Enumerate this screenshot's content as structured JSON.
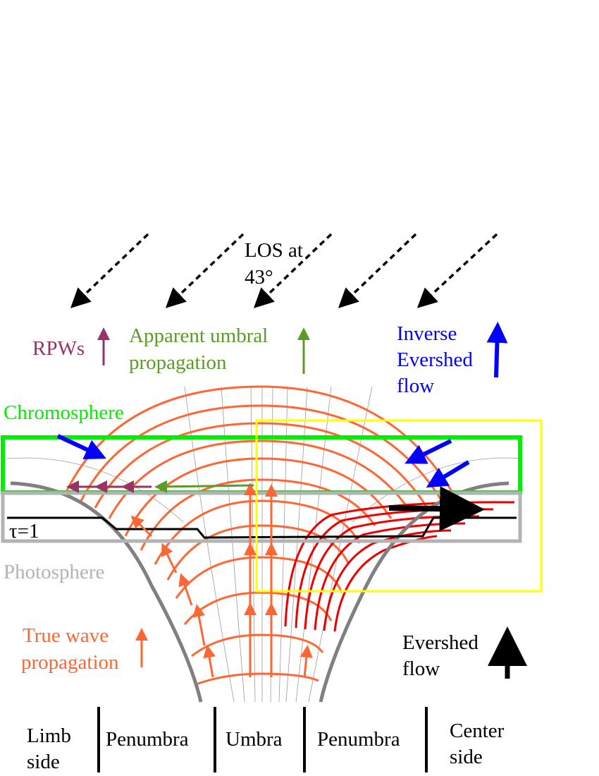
{
  "los": {
    "label_line1": "LOS at",
    "label_line2": "43°"
  },
  "labels": {
    "rpws": "RPWs",
    "apparent_line1": "Apparent umbral",
    "apparent_line2": "propagation",
    "inverse_line1": "Inverse",
    "inverse_line2": "Evershed",
    "inverse_line3": "flow",
    "chromosphere": "Chromosphere",
    "tau": "τ=1",
    "photosphere": "Photosphere",
    "true_wave_line1": "True wave",
    "true_wave_line2": "propagation",
    "evershed_line1": "Evershed",
    "evershed_line2": "flow"
  },
  "regions": {
    "limb_line1": "Limb",
    "limb_line2": "side",
    "penumbra_left": "Penumbra",
    "umbra": "Umbra",
    "penumbra_right": "Penumbra",
    "center_line1": "Center",
    "center_line2": "side"
  },
  "colors": {
    "rpws": "#993366",
    "apparent": "#5c9a2a",
    "inverse": "#0000ff",
    "chromosphere": "#00ee00",
    "photosphere": "#b3b3b3",
    "true_wave": "#ff6633",
    "evershed": "#000000",
    "field_lines_penumbra": "#ee0000",
    "highlight_box": "#ffff00"
  }
}
